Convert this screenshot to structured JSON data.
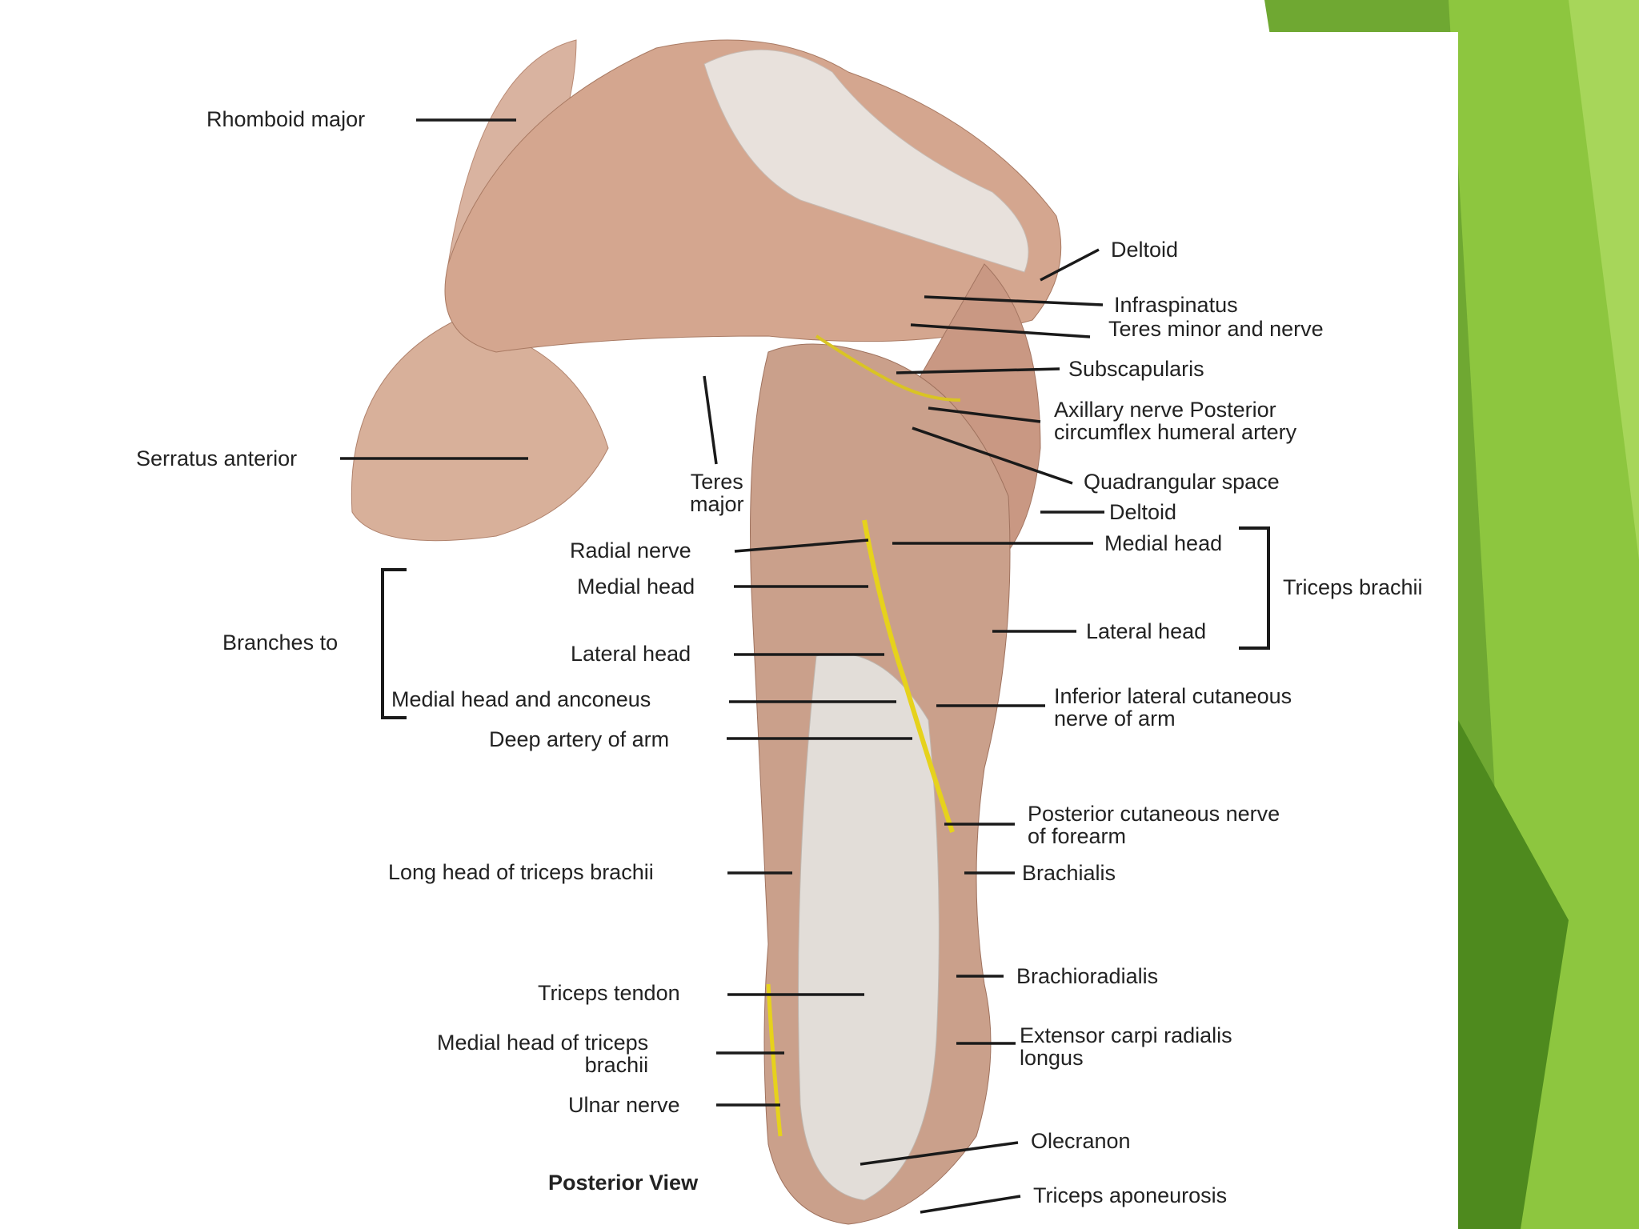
{
  "slide": {
    "colors": {
      "accent_light": "#8dc63f",
      "accent_mid": "#6fa832",
      "accent_dark": "#4e8a1e",
      "paper": "#ffffff"
    }
  },
  "figure": {
    "view_label": "Posterior View",
    "labels": {
      "rhomboid_major": "Rhomboid major",
      "serratus_anterior": "Serratus anterior",
      "teres_major": "Teres\nmajor",
      "deltoid_top": "Deltoid",
      "infraspinatus": "Infraspinatus",
      "teres_minor": "Teres minor and nerve",
      "subscapularis": "Subscapularis",
      "axillary_nerve": "Axillary nerve Posterior\ncircumflex humeral artery",
      "quadrangular_space": "Quadrangular space",
      "deltoid_lower": "Deltoid",
      "medial_head_right": "Medial head",
      "triceps_brachii": "Triceps brachii",
      "lateral_head_right": "Lateral head",
      "radial_nerve": "Radial nerve",
      "branches_to": "Branches to",
      "medial_head_left": "Medial head",
      "lateral_head_left": "Lateral head",
      "medial_head_anconeus": "Medial head and anconeus",
      "deep_artery": "Deep artery of arm",
      "inferior_lateral_cutaneous": "Inferior lateral cutaneous\nnerve of arm",
      "posterior_cutaneous": "Posterior cutaneous nerve\nof forearm",
      "long_head": "Long head of triceps brachii",
      "brachialis": "Brachialis",
      "brachioradialis": "Brachioradialis",
      "triceps_tendon": "Triceps tendon",
      "medial_head_triceps": "Medial head of triceps\nbrachii",
      "extensor_carpi": "Extensor carpi radialis\nlongus",
      "ulnar_nerve": "Ulnar nerve",
      "olecranon": "Olecranon",
      "triceps_aponeurosis": "Triceps aponeurosis"
    }
  }
}
